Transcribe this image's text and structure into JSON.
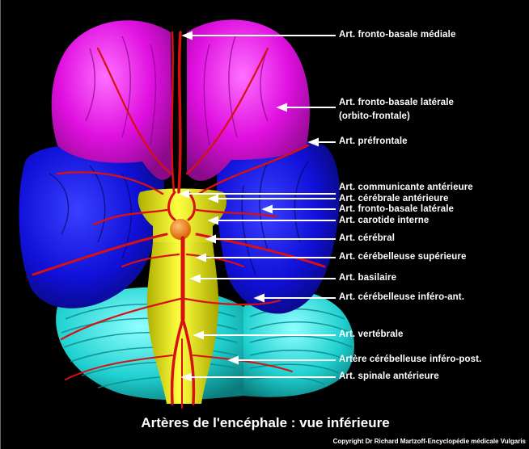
{
  "labels": [
    {
      "id": "fronto-basale-mediale",
      "text": "Art. fronto-basale médiale"
    },
    {
      "id": "fronto-basale-laterale-orbito",
      "text": "Art. fronto-basale latérale",
      "text2": "(orbito-frontale)"
    },
    {
      "id": "prefrontale",
      "text": "Art. préfrontale"
    },
    {
      "id": "communicante-anterieure",
      "text": "Art. communicante antérieure"
    },
    {
      "id": "cerebrale-anterieure",
      "text": "Art. cérébrale antérieure"
    },
    {
      "id": "fronto-basale-laterale",
      "text": "Art. fronto-basale latérale"
    },
    {
      "id": "carotide-interne",
      "text": "Art. carotide interne"
    },
    {
      "id": "cerebral",
      "text": "Art. cérébral"
    },
    {
      "id": "cerebelleuse-superieure",
      "text": "Art. cérébelleuse supérieure"
    },
    {
      "id": "basilaire",
      "text": "Art. basilaire"
    },
    {
      "id": "cerebelleuse-infero-ant",
      "text": "Art. cérébelleuse inféro-ant."
    },
    {
      "id": "vertebrale",
      "text": "Art. vertébrale"
    },
    {
      "id": "cerebelleuse-infero-post",
      "text": "Artère cérébelleuse inféro-post."
    },
    {
      "id": "spinale-anterieure",
      "text": "Art. spinale antérieure"
    }
  ],
  "title": "Artères de l'encéphale : vue inférieure",
  "copyright": "Copyright Dr Richard Martzoff-Encyclopédie médicale Vulgaris",
  "colors": {
    "frontal_lobe": "#e010e0",
    "temporal_lobe": "#1010d8",
    "cerebellum": "#20d0d0",
    "brainstem": "#e8e800",
    "artery": "#d81010",
    "pituitary": "#ff8a1a",
    "label_text": "#ffffff",
    "background": "#000000"
  }
}
